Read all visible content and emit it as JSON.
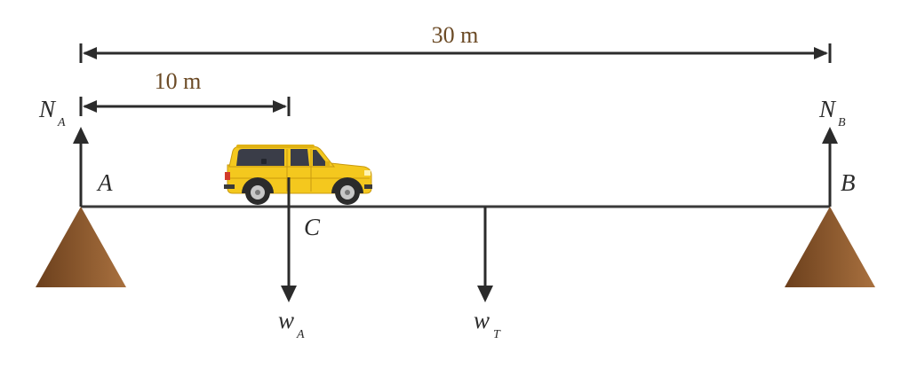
{
  "dimensions": {
    "total_span": "30 m",
    "car_offset": "10 m"
  },
  "points": {
    "a": "A",
    "b": "B",
    "c": "C"
  },
  "forces": {
    "normal_a": {
      "symbol": "N",
      "subscript": "A"
    },
    "normal_b": {
      "symbol": "N",
      "subscript": "B"
    },
    "weight_a": {
      "symbol": "w",
      "subscript": "A"
    },
    "weight_t": {
      "symbol": "w",
      "subscript": "T"
    }
  },
  "colors": {
    "dimension_text": "#6b4a25",
    "arrow": "#2b2b2b",
    "beam": "#3a3a3a",
    "support_light": "#a06a3e",
    "support_dark": "#6b3f1c",
    "car_body": "#f4c81e",
    "car_window": "#3a3d48",
    "wheel": "#2b2b2b"
  }
}
